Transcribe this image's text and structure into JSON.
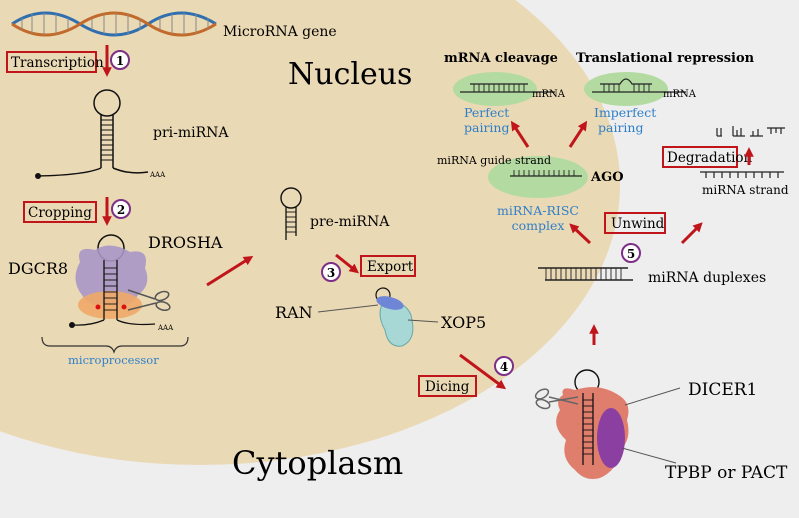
{
  "compartments": {
    "nucleus": "Nucleus",
    "cytoplasm": "Cytoplasm"
  },
  "steps": {
    "transcription": {
      "num": "1",
      "label": "Transcription"
    },
    "cropping": {
      "num": "2",
      "label": "Cropping"
    },
    "export": {
      "num": "3",
      "label": "Export"
    },
    "dicing": {
      "num": "4",
      "label": "Dicing"
    },
    "unwind": {
      "num": "5",
      "label": "Unwind"
    },
    "degradation": {
      "label": "Degradation"
    }
  },
  "labels": {
    "microrna_gene": "MicroRNA gene",
    "pri_mirna": "pri-miRNA",
    "aaa1": "AAA",
    "aaa2": "AAA",
    "drosha": "DROSHA",
    "dgcr8": "DGCR8",
    "microprocessor": "microprocessor",
    "pre_mirna": "pre-miRNA",
    "ran": "RAN",
    "xop5": "XOP5",
    "dicer1": "DICER1",
    "tpbp": "TPBP or PACT",
    "duplexes": "miRNA duplexes",
    "mirna_strand": "miRNA strand",
    "guide_strand": "miRNA guide strand",
    "ago": "AGO",
    "risc_1": "miRNA-RISC",
    "risc_2": "complex",
    "mrna_cleavage": "mRNA cleavage",
    "translational_repression": "Translational repression",
    "mrna1": "mRNA",
    "mrna2": "mRNA",
    "perfect_1": "Perfect",
    "perfect_2": "pairing",
    "imperfect_1": "Imperfect",
    "imperfect_2": "pairing"
  },
  "colors": {
    "nucleus_fill": "#ead9b5",
    "arrow": "#c0161b",
    "step_circle": "#7b2f86",
    "green_oval": "#b3dba1",
    "blue_text": "#2f7fc8",
    "dicer": "#e07e6e",
    "tpbp": "#8b3fa0",
    "drosha": "#a996c6",
    "dgcr8": "#f0a868",
    "ran": "#6f86d6",
    "xop5": "#a8d8d6"
  }
}
